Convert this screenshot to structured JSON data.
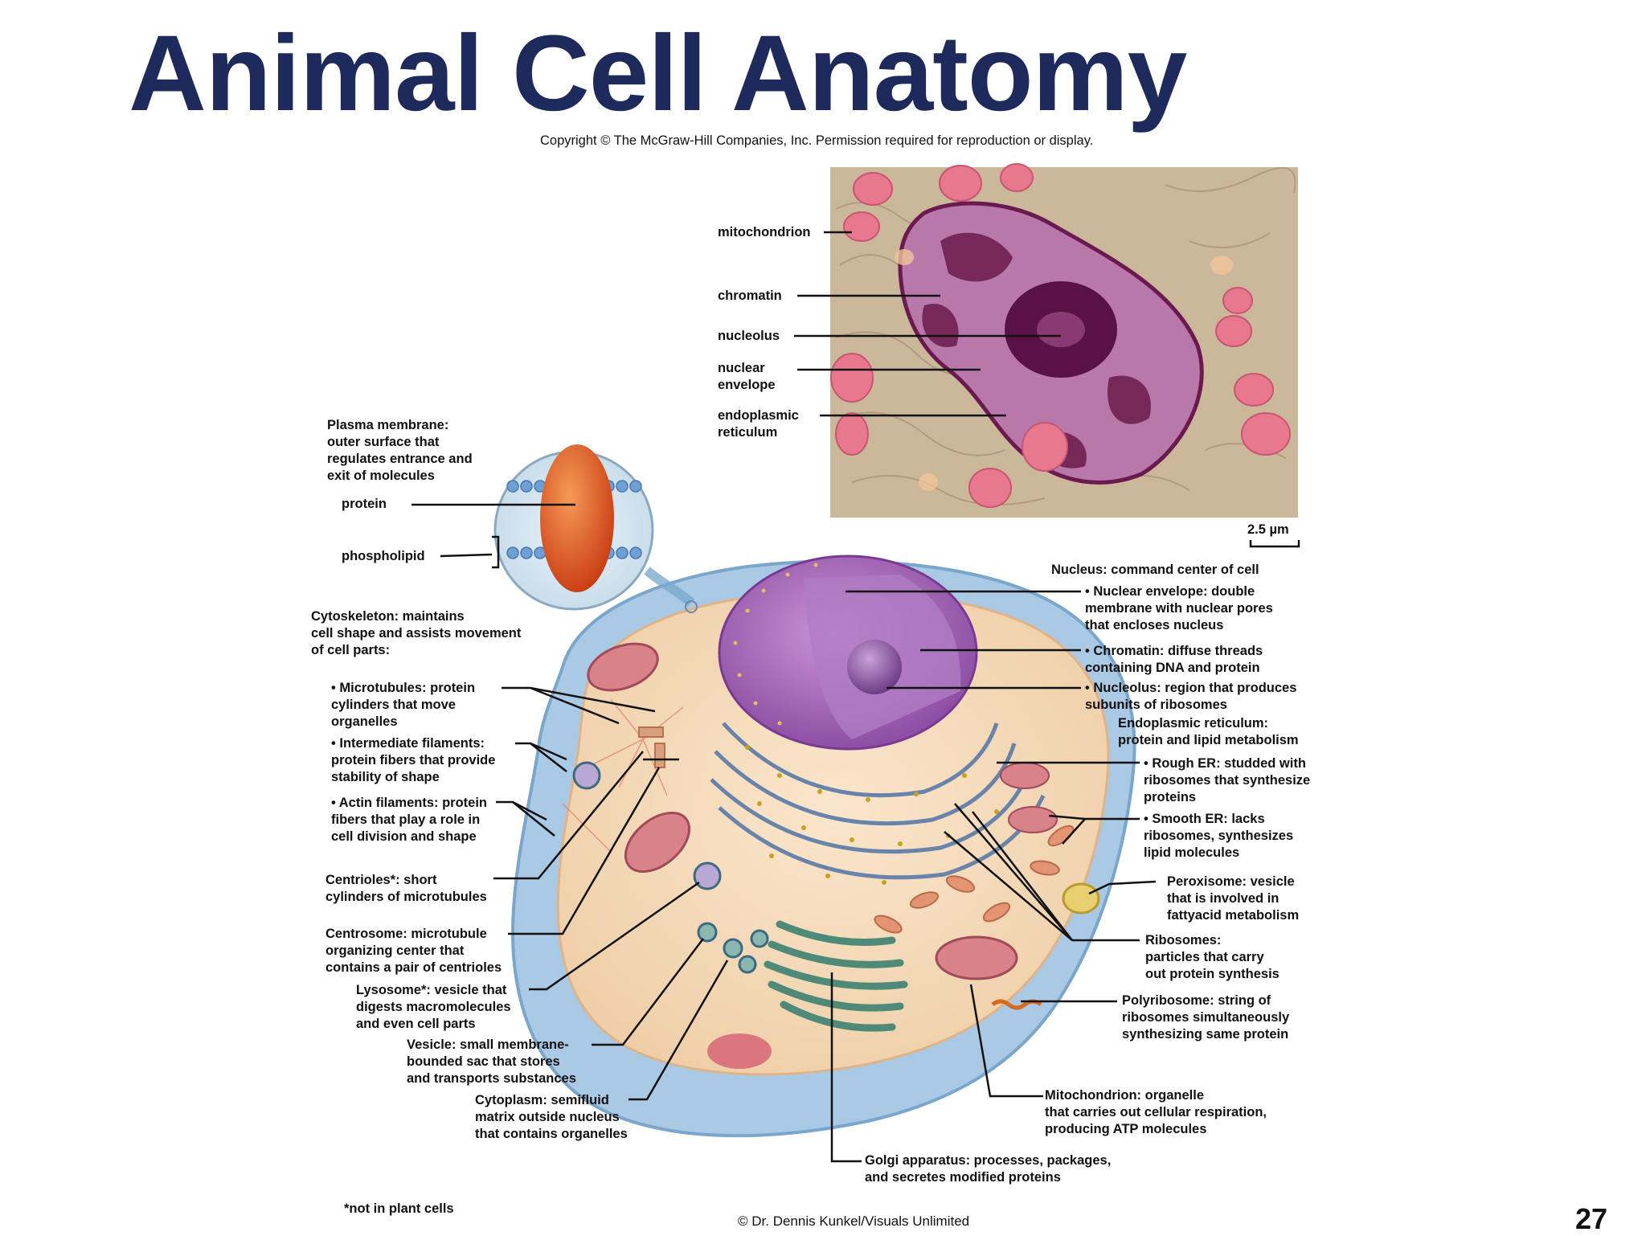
{
  "title": "Animal Cell Anatomy",
  "copyright": "Copyright © The McGraw-Hill Companies, Inc. Permission required for reproduction or display.",
  "micrograph": {
    "labels": {
      "mitochondrion": "mitochondrion",
      "chromatin": "chromatin",
      "nucleolus": "nucleolus",
      "nuclear_envelope": "nuclear\nenvelope",
      "er": "endoplasmic\nreticulum"
    },
    "scale_bar": "2.5 µm"
  },
  "membrane_inset": {
    "heading": "Plasma membrane:\nouter surface that\nregulates entrance and\nexit of molecules",
    "protein": "protein",
    "phospholipid": "phospholipid"
  },
  "left_labels": {
    "cytoskeleton": "Cytoskeleton: maintains\ncell shape and assists movement\nof cell parts:",
    "microtubules": "• Microtubules: protein\n   cylinders that move\n   organelles",
    "intermediate": "• Intermediate filaments:\n   protein fibers that provide\n   stability of shape",
    "actin": "• Actin filaments: protein\n   fibers that play a role in\n   cell division and shape",
    "centrioles": "Centrioles*: short\ncylinders of microtubules",
    "centrosome": "Centrosome: microtubule\norganizing center that\ncontains a pair of centrioles",
    "lysosome": "Lysosome*: vesicle that\ndigests macromolecules\nand even cell parts",
    "vesicle": "Vesicle: small membrane-\nbounded sac that stores\nand transports substances",
    "cytoplasm": "Cytoplasm: semifluid\nmatrix outside nucleus\nthat contains organelles"
  },
  "right_labels": {
    "nucleus": "Nucleus: command center of cell",
    "nuclear_envelope": "• Nuclear envelope: double\n   membrane with nuclear pores\n   that encloses nucleus",
    "chromatin": "• Chromatin: diffuse threads\n   containing DNA and protein",
    "nucleolus": "• Nucleolus: region that produces\n   subunits of ribosomes",
    "er": "Endoplasmic reticulum:\nprotein and lipid metabolism",
    "rough_er": "• Rough ER: studded with\n   ribosomes that synthesize\n   proteins",
    "smooth_er": "• Smooth ER: lacks\n   ribosomes, synthesizes\n   lipid molecules",
    "peroxisome": "Peroxisome: vesicle\nthat is involved in\nfattyacid metabolism",
    "ribosomes": "Ribosomes:\nparticles that carry\nout protein synthesis",
    "polyribosome": "Polyribosome: string of\nribosomes simultaneously\nsynthesizing same protein",
    "mitochondrion": "Mitochondrion: organelle\nthat carries out cellular respiration,\nproducing ATP molecules",
    "golgi": "Golgi apparatus: processes, packages,\nand secretes modified proteins"
  },
  "footnote": "*not in plant cells",
  "credit": "© Dr. Dennis Kunkel/Visuals Unlimited",
  "page_number": "27",
  "colors": {
    "title": "#1f2a5c",
    "nucleus": "#a566b8",
    "micrograph_bg": "#cbb79a",
    "micrograph_nucleus": "#7a1f5c",
    "mitochondria": "#e8788e",
    "cytoplasm": "#f3d7b4",
    "membrane_outer": "#a9c9e4"
  }
}
